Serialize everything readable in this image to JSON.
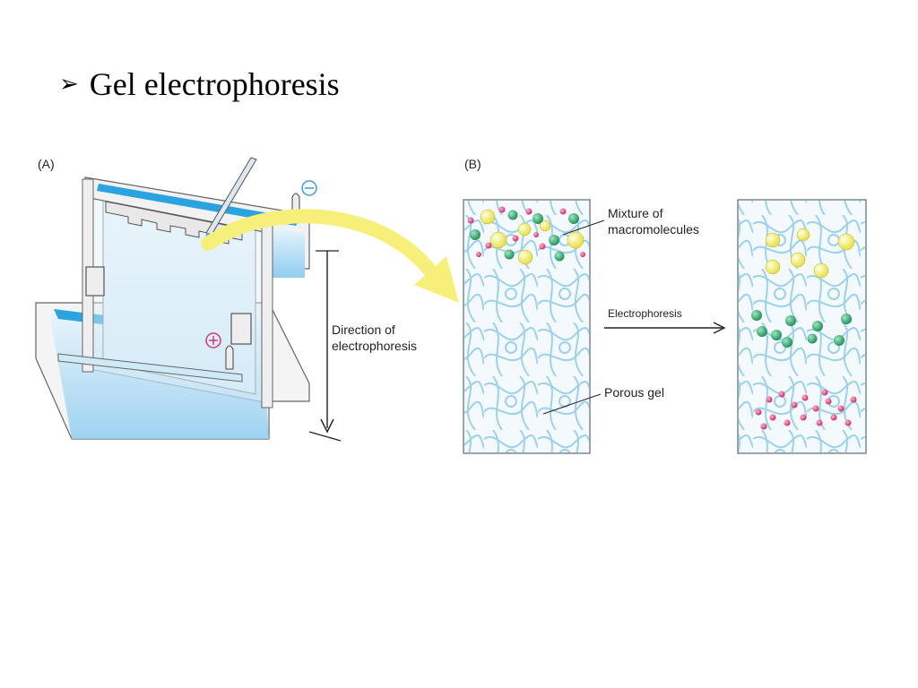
{
  "slide": {
    "bullet": "➢",
    "title": "Gel electrophoresis"
  },
  "figure": {
    "panel_a_label": "(A)",
    "panel_b_label": "(B)",
    "cathode_sign": "⊖",
    "anode_sign": "⊕",
    "direction_line1": "Direction of",
    "direction_line2": "electrophoresis",
    "mixture_line1": "Mixture of",
    "mixture_line2": "macromolecules",
    "electrophoresis_label": "Electrophoresis",
    "porous_gel_label": "Porous gel"
  },
  "colors": {
    "buffer": "#a9d8f2",
    "gel_fiber": "#9dd2ef",
    "yellow_molecule": "#f3ef6a",
    "green_molecule": "#2fa86a",
    "pink_molecule": "#e0407e",
    "cathode": "#3aa0d8",
    "anode": "#d03a7a",
    "arrow": "#f6f07a"
  }
}
